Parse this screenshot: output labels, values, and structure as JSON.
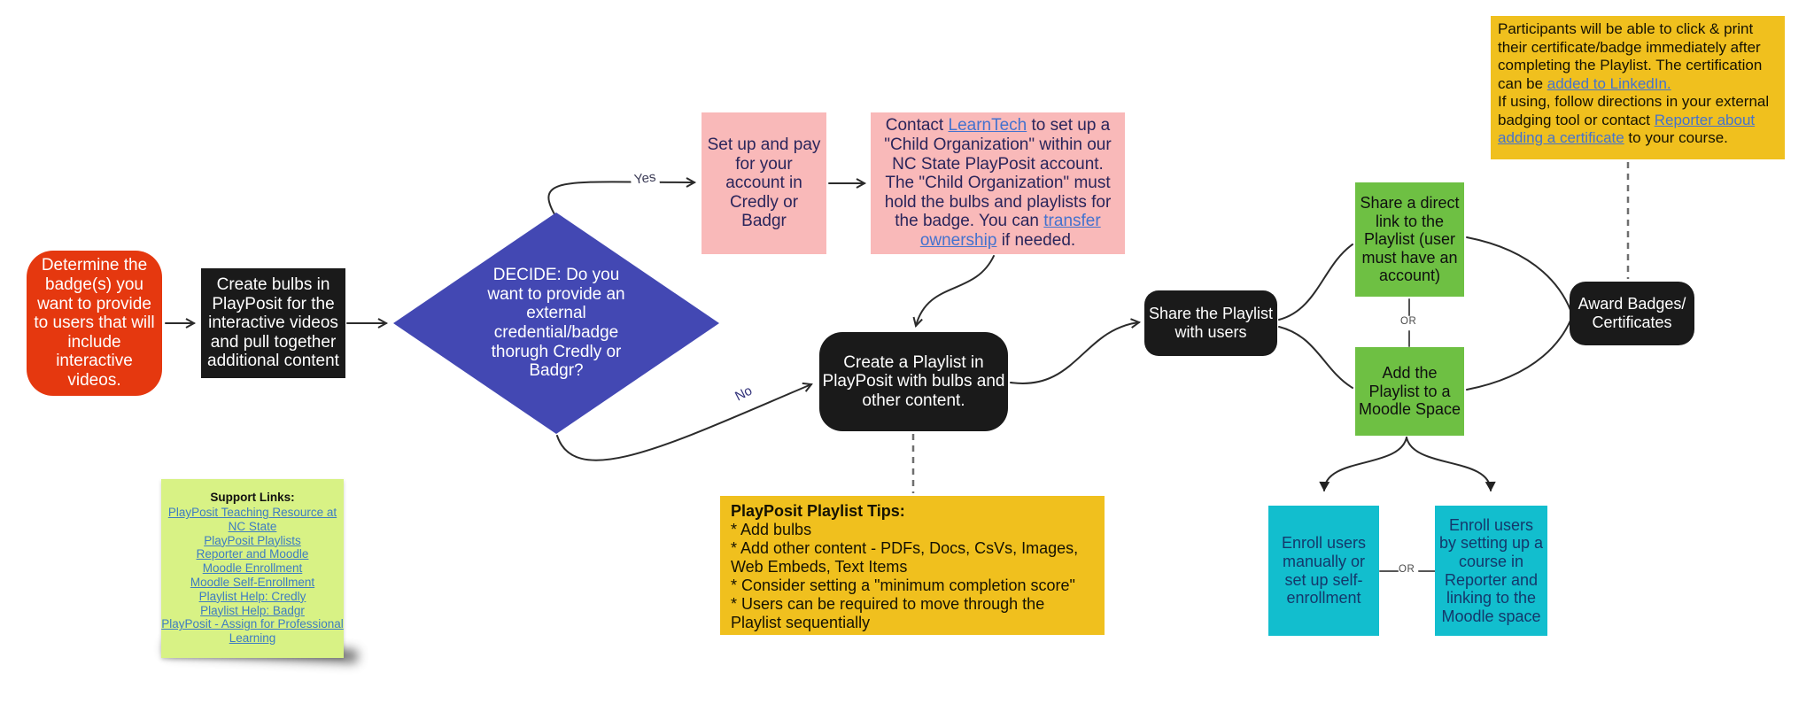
{
  "colors": {
    "red": "#E5380F",
    "indigo": "#4348B3",
    "pink": "#F9B9B9",
    "black_node": "#1A1A1A",
    "green": "#6EC043",
    "cyan": "#12BECE",
    "gold": "#F0C01E",
    "note_green": "#D8F285",
    "link_blue": "#4472CE",
    "support_link_blue": "#3E7CC2"
  },
  "nodes": {
    "determine": {
      "text": "Determine the badge(s) you want to provide to users that will include interactive videos."
    },
    "create_bulbs": {
      "text": "Create bulbs in PlayPosit for the interactive videos and pull together additional content"
    },
    "decide": {
      "text": "DECIDE: Do you want to provide an external credential/badge thorugh Credly or Badgr?"
    },
    "setup_pay": {
      "text": "Set up and pay for your account in Credly or Badgr"
    },
    "contact": {
      "runs": [
        {
          "t": "Contact "
        },
        {
          "t": "LearnTech",
          "link": true
        },
        {
          "t": " to set up a \"Child Organization\" within our NC State PlayPosit account. The \"Child Organization\" must hold the bulbs and playlists for the badge. You can "
        },
        {
          "t": "transfer ownership",
          "link": true
        },
        {
          "t": " if needed."
        }
      ]
    },
    "create_playlist": {
      "text": "Create a Playlist in PlayPosit with bulbs and other content."
    },
    "share_playlist": {
      "text": "Share the Playlist with users"
    },
    "share_link": {
      "text": "Share a direct link to the Playlist (user must have an account)"
    },
    "add_moodle": {
      "text": "Add the Playlist to a Moodle Space"
    },
    "award": {
      "text": "Award Badges/\nCertificates"
    },
    "enroll_manual": {
      "text": "Enroll users manually or set up self-enrollment"
    },
    "enroll_reporter": {
      "text": "Enroll users by setting up a course in Reporter and linking to the Moodle space"
    }
  },
  "participants_note": {
    "p1": [
      {
        "t": "Participants will be able to click & print their certificate/badge immediately after completing the Playlist. The certification can be "
      },
      {
        "t": "added to LinkedIn.",
        "link": true
      }
    ],
    "p2": [
      {
        "t": "If using, follow directions in your external badging tool or contact "
      },
      {
        "t": "Reporter about adding a certificate",
        "link": true
      },
      {
        "t": " to your course."
      }
    ]
  },
  "tips_note": {
    "title": "PlayPosit Playlist Tips:",
    "items": [
      "* Add bulbs",
      "* Add other content - PDFs, Docs, CsVs, Images, Web Embeds, Text Items",
      "* Consider setting a \"minimum completion score\"",
      "* Users can be required to move through the Playlist sequentially"
    ]
  },
  "support_note": {
    "title": "Support Links:",
    "links": [
      "PlayPosit Teaching Resource at NC State",
      "PlayPosit Playlists",
      "Reporter and Moodle",
      "Moodle Enrollment",
      "Moodle Self-Enrollment",
      "Playlist Help: Credly",
      "Playlist Help: Badgr",
      "PlayPosit - Assign for Professional Learning"
    ]
  },
  "labels": {
    "yes": "Yes",
    "no": "No",
    "or_vertical": "OR",
    "or_horizontal": "OR"
  }
}
